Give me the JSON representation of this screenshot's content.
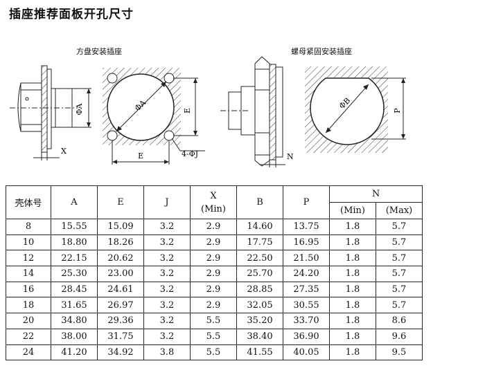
{
  "title": "插座推荐面板开孔尺寸",
  "drawings": {
    "left_caption": "方盘安装插座",
    "right_caption": "螺母紧固安装插座",
    "labels": {
      "phi_a_side": "ΦA",
      "x_dim": "X",
      "phi_a": "ΦA",
      "e_vertical": "E",
      "e_horizontal": "E",
      "four_phi_j": "4-ΦJ",
      "n_dim": "N",
      "phi_b": "ΦB",
      "p_dim": "P"
    }
  },
  "table": {
    "header": {
      "shell": "壳体号",
      "a": "A",
      "e": "E",
      "j": "J",
      "x": "X",
      "x_note": "(Min)",
      "b": "B",
      "p": "P",
      "n": "N",
      "n_min": "(Min)",
      "n_max": "(Max)"
    },
    "rows": [
      [
        "8",
        "15.55",
        "15.09",
        "3.2",
        "2.9",
        "14.60",
        "13.75",
        "1.8",
        "5.7"
      ],
      [
        "10",
        "18.80",
        "18.26",
        "3.2",
        "2.9",
        "17.75",
        "16.95",
        "1.8",
        "5.7"
      ],
      [
        "12",
        "22.15",
        "20.62",
        "3.2",
        "2.9",
        "22.50",
        "21.50",
        "1.8",
        "5.7"
      ],
      [
        "14",
        "25.30",
        "23.00",
        "3.2",
        "2.9",
        "25.70",
        "24.20",
        "1.8",
        "5.7"
      ],
      [
        "16",
        "28.45",
        "24.61",
        "3.2",
        "2.9",
        "28.85",
        "27.35",
        "1.8",
        "5.7"
      ],
      [
        "18",
        "31.65",
        "26.97",
        "3.2",
        "2.9",
        "32.05",
        "30.55",
        "1.8",
        "5.7"
      ],
      [
        "20",
        "34.80",
        "29.36",
        "3.2",
        "5.5",
        "35.20",
        "33.70",
        "1.8",
        "8.6"
      ],
      [
        "22",
        "38.00",
        "31.75",
        "3.2",
        "5.5",
        "38.40",
        "36.90",
        "1.8",
        "9.6"
      ],
      [
        "24",
        "41.20",
        "34.92",
        "3.8",
        "5.5",
        "41.55",
        "40.05",
        "1.8",
        "9.5"
      ]
    ]
  }
}
